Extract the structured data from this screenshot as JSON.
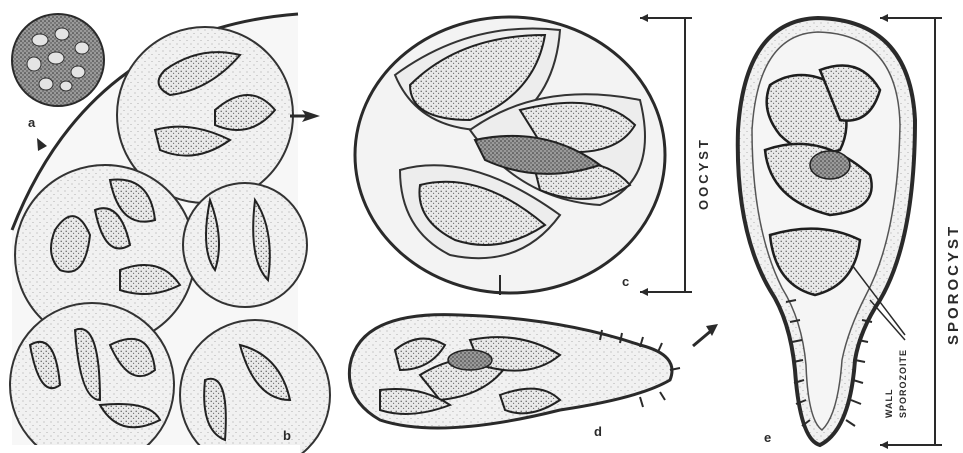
{
  "figure": {
    "panel_letters": {
      "a": "a",
      "b": "b",
      "c": "c",
      "d": "d",
      "e": "e"
    },
    "labels": {
      "oocyst": "OOCYST",
      "sporocyst": "SPOROCYST",
      "wall": "WALL",
      "sporozoite": "SPOROZOITE"
    },
    "colors": {
      "ink": "#2a2a2a",
      "stipple_fill": "#bdbdbd",
      "dark_fill": "#8a8a8a",
      "paper": "#ffffff"
    }
  }
}
